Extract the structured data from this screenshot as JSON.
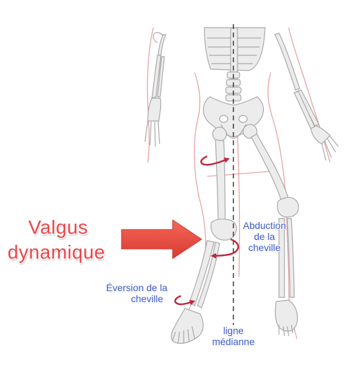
{
  "title": {
    "line1": "Valgus",
    "line2": "dynamique"
  },
  "annotations": {
    "abduction": {
      "line1": "Abduction",
      "line2": "de la",
      "line3": "cheville"
    },
    "eversion": {
      "line1": "Éversion de la",
      "line2": "cheville"
    },
    "midline": {
      "line1": "ligne",
      "line2": "médianne"
    }
  },
  "colors": {
    "title": "#e8454a",
    "annotation": "#3a58c8",
    "rotation_arrow": "#c0283f",
    "bone_fill": "#ececec",
    "bone_stroke": "#a8a8a8",
    "body_outline": "#e7a3a3",
    "midline": "#444444"
  },
  "icons": {
    "pointer": "red-arrow-icon",
    "rotation": "curved-arrow-icon"
  }
}
